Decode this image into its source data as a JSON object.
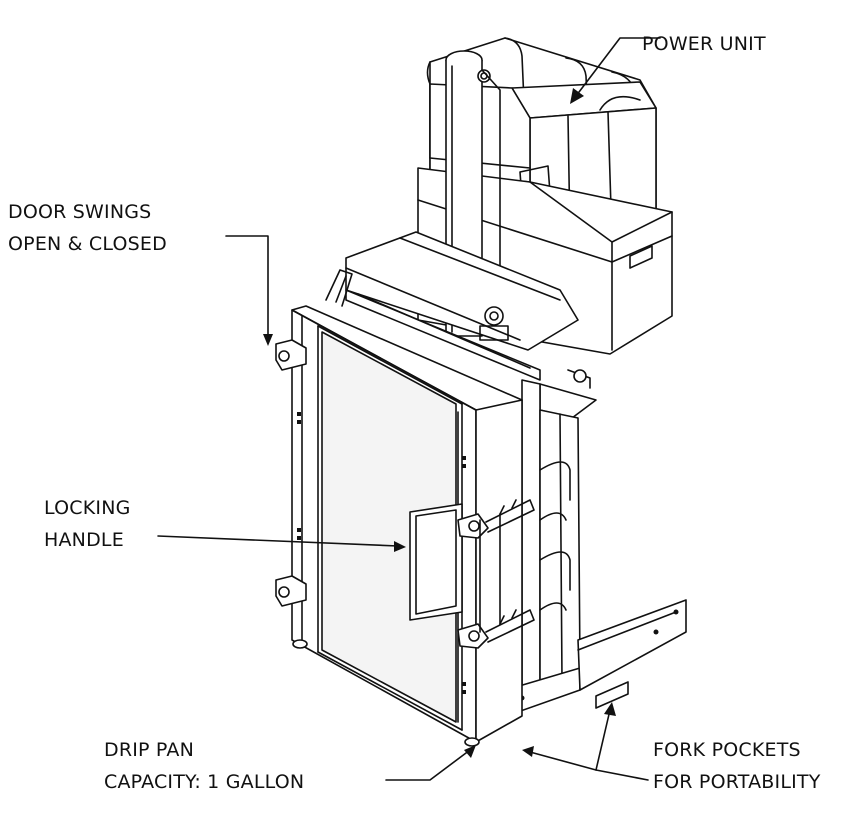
{
  "callouts": {
    "power_unit": {
      "lines": [
        "POWER UNIT"
      ]
    },
    "door": {
      "lines": [
        "DOOR SWINGS",
        "OPEN & CLOSED"
      ]
    },
    "locking_handle": {
      "lines": [
        "LOCKING",
        "HANDLE"
      ]
    },
    "drip_pan": {
      "lines": [
        "DRIP PAN",
        "CAPACITY: 1 GALLON"
      ]
    },
    "fork_pockets": {
      "lines": [
        "FORK POCKETS",
        "FOR PORTABILITY"
      ]
    }
  },
  "colors": {
    "line": "#111111",
    "background": "#ffffff"
  }
}
